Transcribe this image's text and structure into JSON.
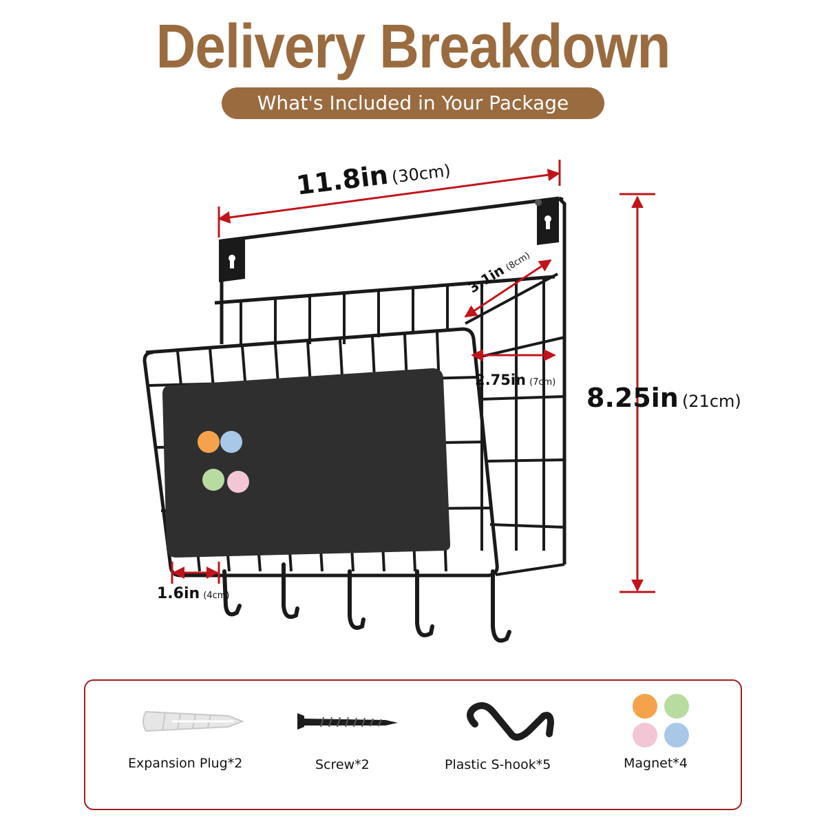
{
  "header": {
    "title": "Delivery Breakdown",
    "subtitle": "What's Included in Your Package"
  },
  "dimensions": {
    "width": {
      "main": "11.8in",
      "alt": "(30cm)"
    },
    "height": {
      "main": "8.25in",
      "alt": "(21cm)"
    },
    "depth_top": {
      "main": "3.1in",
      "alt": "(8cm)"
    },
    "depth_inner": {
      "main": "2.75in",
      "alt": "(7cm)"
    },
    "hook_spacing": {
      "main": "1.6in",
      "alt": "(4cm)"
    }
  },
  "package_items": [
    {
      "label": "Expansion Plug*2",
      "icon": "expansion-plug-icon"
    },
    {
      "label": "Screw*2",
      "icon": "screw-icon"
    },
    {
      "label": "Plastic S-hook*5",
      "icon": "s-hook-icon"
    },
    {
      "label": "Magnet*4",
      "icon": "magnet-icon"
    }
  ],
  "colors": {
    "brand": "#9a6b3f",
    "dimension_arrow": "#c0141b",
    "frame": "#1a1a1a",
    "box_border": "#a11d1d",
    "magnets": [
      "#f4a24c",
      "#a9c8e8",
      "#b8dca0",
      "#f2c6d4"
    ]
  }
}
